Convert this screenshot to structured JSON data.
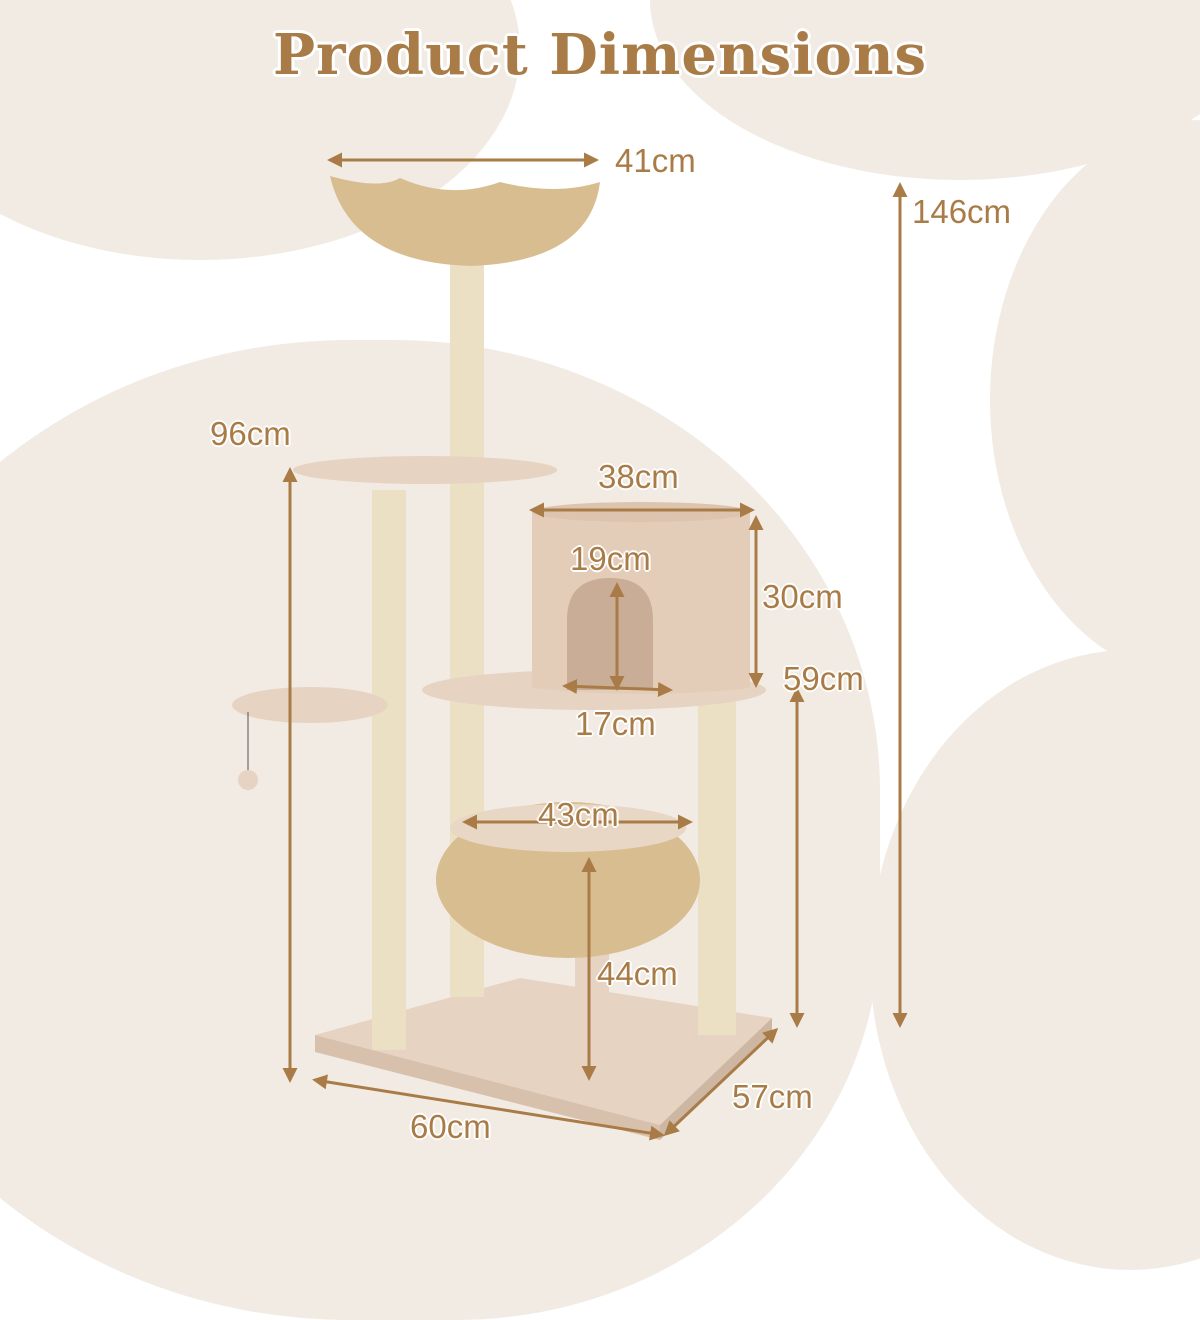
{
  "title": "Product Dimensions",
  "colors": {
    "accent": "#a97c47",
    "background": "#ffffff",
    "blob": "#f1ebe3",
    "plush": "#e6d3c2",
    "sisal": "#ece0c4",
    "wicker": "#d8bd90"
  },
  "dimensions": {
    "top_basket_width": "41cm",
    "total_height": "146cm",
    "platform_height": "96cm",
    "condo_width": "38cm",
    "condo_height": "30cm",
    "door_height": "19cm",
    "door_width": "17cm",
    "condo_platform_height": "59cm",
    "bottom_basket_width": "43cm",
    "bottom_basket_height": "44cm",
    "base_width": "60cm",
    "base_depth": "57cm"
  }
}
